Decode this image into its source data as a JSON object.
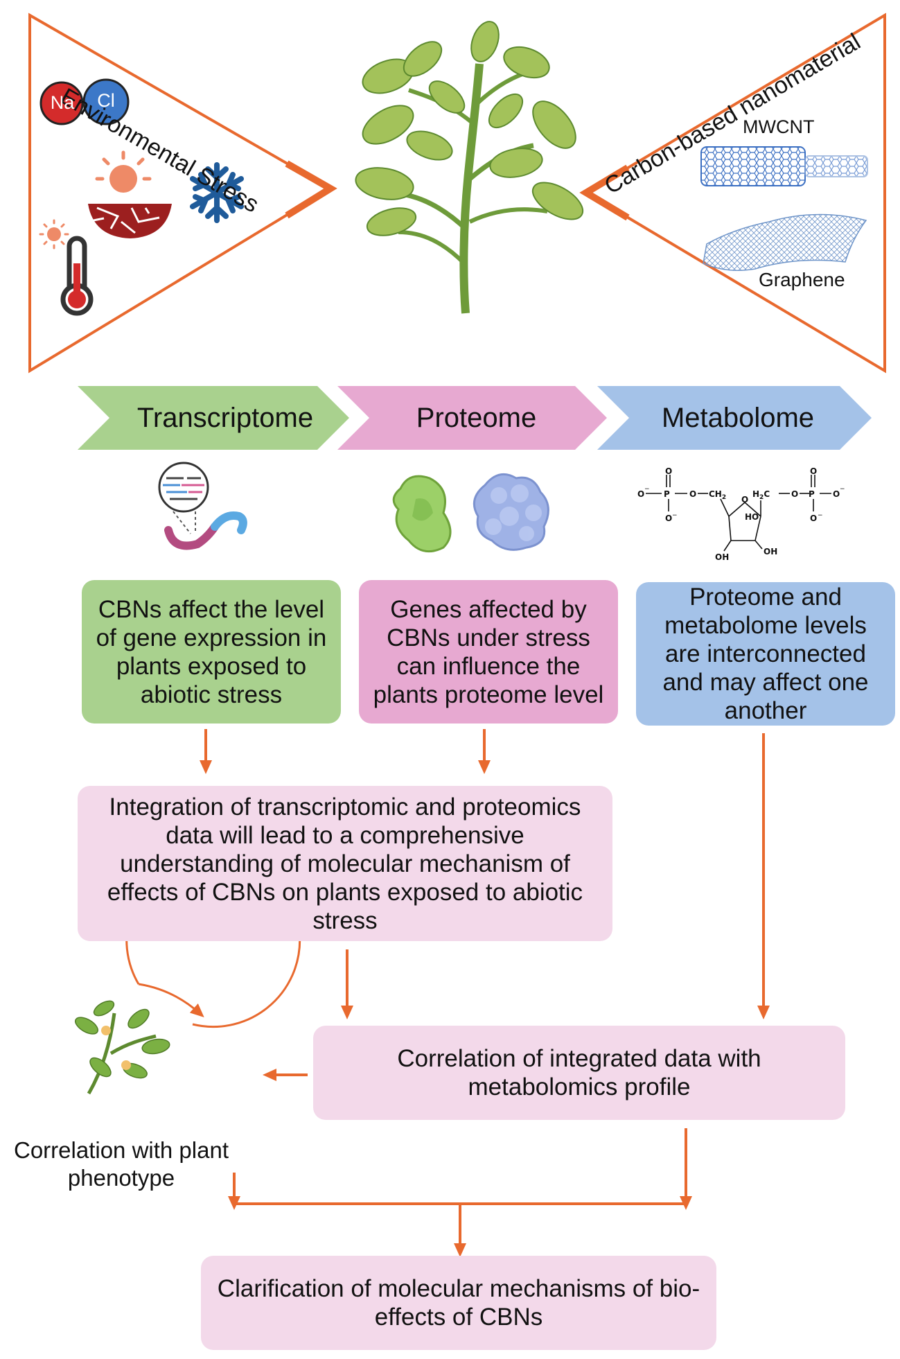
{
  "colors": {
    "orange": "#e8692e",
    "green": "#a9d18e",
    "pink": "#e7a9d1",
    "blue": "#a4c2e8",
    "light_pink": "#f3d9ea"
  },
  "top": {
    "left_triangle_label": "Environmental Stress",
    "right_triangle_label": "Carbon-based nanomaterial",
    "ion_na": "Na",
    "ion_cl": "Cl",
    "mwcnt_label": "MWCNT",
    "graphene_label": "Graphene",
    "icons": [
      "salt-ions-icon",
      "drought-soil-icon",
      "snowflake-icon",
      "thermometer-icon",
      "plant-icon",
      "nanotube-icon",
      "graphene-sheet-icon"
    ]
  },
  "omics": {
    "transcriptome": "Transcriptome",
    "proteome": "Proteome",
    "metabolome": "Metabolome"
  },
  "molecule": {
    "o_top_left": "O",
    "o_minus_left": "O",
    "p_left": "P",
    "o_left_bridge": "O",
    "ch2_left": "CH",
    "o_minus_bottom_left": "O",
    "ring_o": "O",
    "h2c": "H",
    "o_right_bridge": "O",
    "p_right": "P",
    "o_minus_right": "O",
    "o_top_right": "O",
    "o_minus_bottom_right": "O",
    "ho": "HO",
    "oh_right": "OH",
    "oh_bottom": "OH"
  },
  "boxes": {
    "transcriptome_note": "CBNs affect the level of gene expression in plants exposed to abiotic stress",
    "proteome_note": "Genes affected by CBNs under stress can influence the plants proteome level",
    "metabolome_note": "Proteome and metabolome levels are interconnected and may affect one another",
    "integration": "Integration of transcriptomic and proteomics data will lead to a comprehensive understanding of molecular mechanism of effects of CBNs on plants exposed to abiotic stress",
    "correlation": "Correlation of integrated data with metabolomics profile",
    "phenotype": "Correlation with plant phenotype",
    "clarification": "Clarification of molecular mechanisms of bio-effects of CBNs"
  }
}
